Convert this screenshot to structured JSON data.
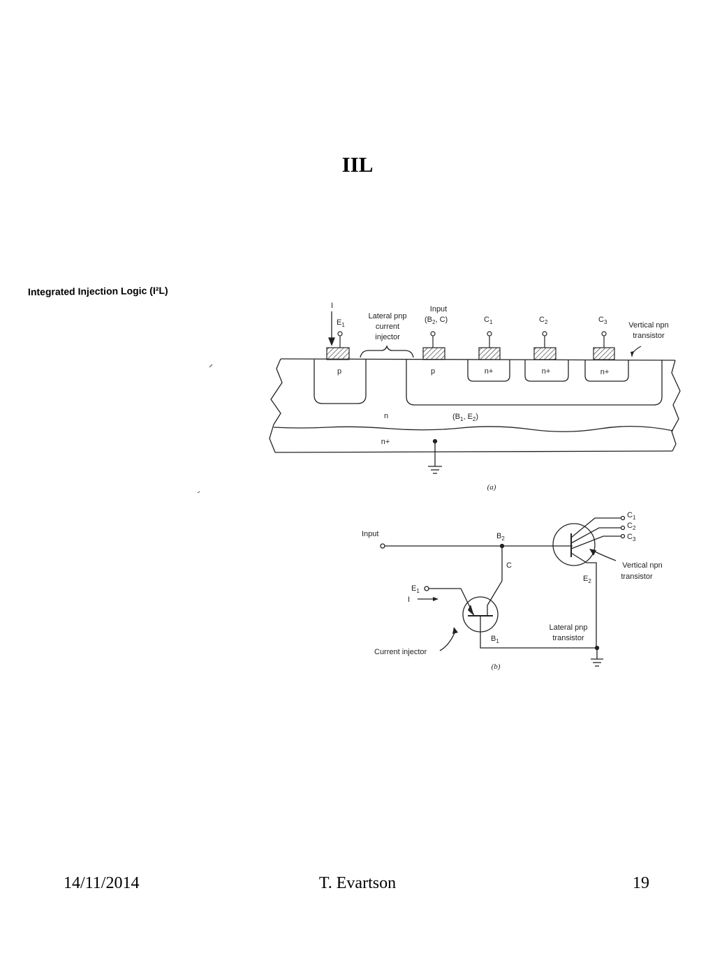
{
  "slide": {
    "title": "IIL",
    "heading": "Integrated Injection Logic (I²L)"
  },
  "diagram_a": {
    "caption": "(a)",
    "labels": {
      "current_i": "I",
      "e1": "E",
      "e1_sub": "1",
      "lateral_line1": "Lateral pnp",
      "lateral_line2": "current",
      "lateral_line3": "injector",
      "input_line1": "Input",
      "input_line2": "(B",
      "input_line2_sub": "2",
      "input_line2_end": ", C)",
      "c1": "C",
      "c1_sub": "1",
      "c2": "C",
      "c2_sub": "2",
      "c3": "C",
      "c3_sub": "3",
      "vertical_line1": "Vertical npn",
      "vertical_line2": "transistor",
      "p_left": "p",
      "p_right": "p",
      "nplus1": "n+",
      "nplus2": "n+",
      "nplus3": "n+",
      "n_region": "n",
      "b1e2_a": "(B",
      "b1e2_a_sub": "1",
      "b1e2_b": ", E",
      "b1e2_b_sub": "2",
      "b1e2_c": ")",
      "substrate": "n+"
    }
  },
  "diagram_b": {
    "caption": "(b)",
    "labels": {
      "input": "Input",
      "b2": "B",
      "b2_sub": "2",
      "c": "C",
      "c1": "C",
      "c1_sub": "1",
      "c2": "C",
      "c2_sub": "2",
      "c3": "C",
      "c3_sub": "3",
      "vertical_line1": "Vertical npn",
      "vertical_line2": "transistor",
      "e2": "E",
      "e2_sub": "2",
      "e1": "E",
      "e1_sub": "1",
      "current_i": "I",
      "lateral_line1": "Lateral pnp",
      "lateral_line2": "transistor",
      "b1": "B",
      "b1_sub": "1",
      "current_injector": "Current injector"
    }
  },
  "footer": {
    "date": "14/11/2014",
    "author": "T. Evartson",
    "page": "19"
  }
}
